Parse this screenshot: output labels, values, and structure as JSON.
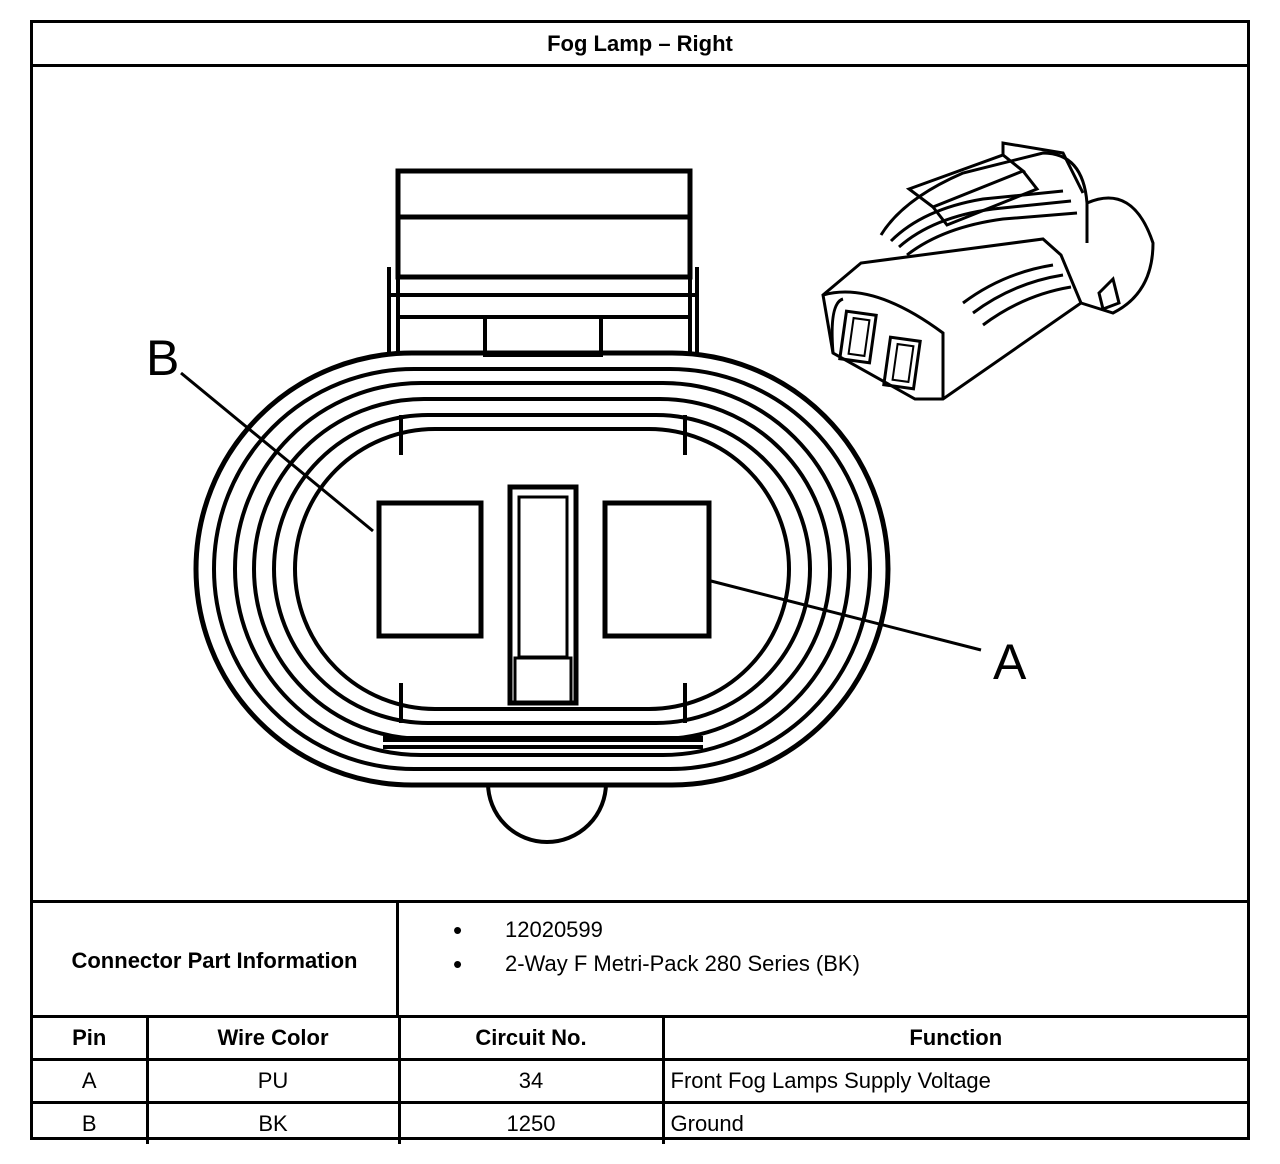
{
  "title": "Fog Lamp – Right",
  "diagram": {
    "pin_labels": {
      "b": "B",
      "a": "A"
    }
  },
  "connector": {
    "label": "Connector Part Information",
    "items": [
      "12020599",
      "2-Way F Metri-Pack 280 Series (BK)"
    ]
  },
  "table": {
    "headers": [
      "Pin",
      "Wire Color",
      "Circuit No.",
      "Function"
    ],
    "rows": [
      [
        "A",
        "PU",
        "34",
        "Front Fog Lamps Supply Voltage"
      ],
      [
        "B",
        "BK",
        "1250",
        "Ground"
      ]
    ]
  }
}
